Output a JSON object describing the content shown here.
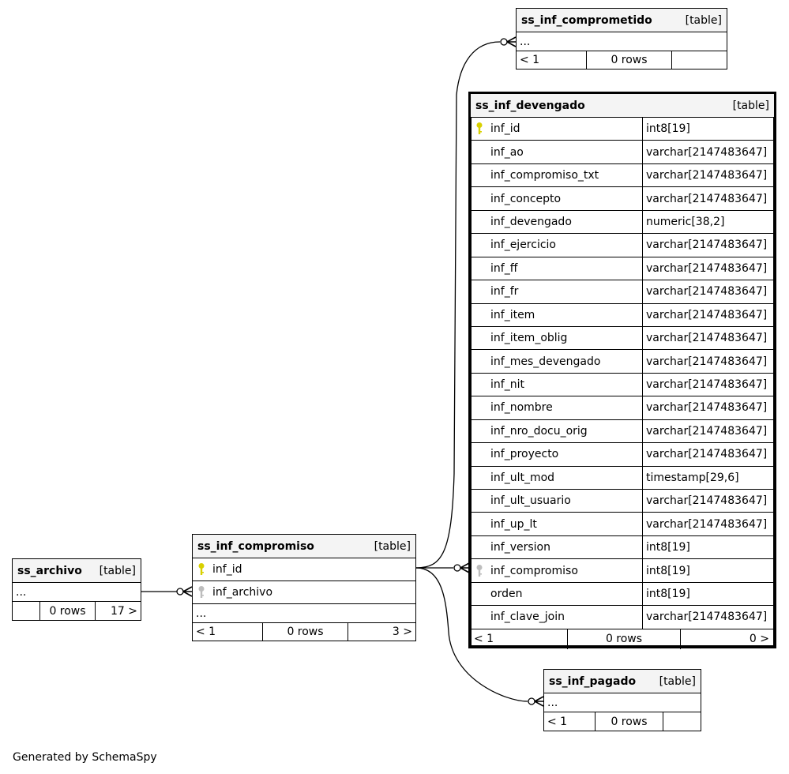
{
  "tables": {
    "comprometido": {
      "name": "ss_inf_comprometido",
      "kind": "[table]",
      "ellipsis": "...",
      "footer": {
        "parents": "< 1",
        "rows": "0 rows",
        "children": ""
      }
    },
    "devengado": {
      "name": "ss_inf_devengado",
      "kind": "[table]",
      "columns": [
        {
          "name": "inf_id",
          "type": "int8[19]",
          "key": "primary"
        },
        {
          "name": "inf_ao",
          "type": "varchar[2147483647]",
          "key": ""
        },
        {
          "name": "inf_compromiso_txt",
          "type": "varchar[2147483647]",
          "key": ""
        },
        {
          "name": "inf_concepto",
          "type": "varchar[2147483647]",
          "key": ""
        },
        {
          "name": "inf_devengado",
          "type": "numeric[38,2]",
          "key": ""
        },
        {
          "name": "inf_ejercicio",
          "type": "varchar[2147483647]",
          "key": ""
        },
        {
          "name": "inf_ff",
          "type": "varchar[2147483647]",
          "key": ""
        },
        {
          "name": "inf_fr",
          "type": "varchar[2147483647]",
          "key": ""
        },
        {
          "name": "inf_item",
          "type": "varchar[2147483647]",
          "key": ""
        },
        {
          "name": "inf_item_oblig",
          "type": "varchar[2147483647]",
          "key": ""
        },
        {
          "name": "inf_mes_devengado",
          "type": "varchar[2147483647]",
          "key": ""
        },
        {
          "name": "inf_nit",
          "type": "varchar[2147483647]",
          "key": ""
        },
        {
          "name": "inf_nombre",
          "type": "varchar[2147483647]",
          "key": ""
        },
        {
          "name": "inf_nro_docu_orig",
          "type": "varchar[2147483647]",
          "key": ""
        },
        {
          "name": "inf_proyecto",
          "type": "varchar[2147483647]",
          "key": ""
        },
        {
          "name": "inf_ult_mod",
          "type": "timestamp[29,6]",
          "key": ""
        },
        {
          "name": "inf_ult_usuario",
          "type": "varchar[2147483647]",
          "key": ""
        },
        {
          "name": "inf_up_lt",
          "type": "varchar[2147483647]",
          "key": ""
        },
        {
          "name": "inf_version",
          "type": "int8[19]",
          "key": ""
        },
        {
          "name": "inf_compromiso",
          "type": "int8[19]",
          "key": "foreign"
        },
        {
          "name": "orden",
          "type": "int8[19]",
          "key": ""
        },
        {
          "name": "inf_clave_join",
          "type": "varchar[2147483647]",
          "key": ""
        }
      ],
      "footer": {
        "parents": "< 1",
        "rows": "0 rows",
        "children": "0 >"
      }
    },
    "compromiso": {
      "name": "ss_inf_compromiso",
      "kind": "[table]",
      "columns": [
        {
          "name": "inf_id",
          "key": "primary"
        },
        {
          "name": "inf_archivo",
          "key": "foreign"
        }
      ],
      "ellipsis": "...",
      "footer": {
        "parents": "< 1",
        "rows": "0 rows",
        "children": "3 >"
      }
    },
    "archivo": {
      "name": "ss_archivo",
      "kind": "[table]",
      "ellipsis": "...",
      "footer": {
        "parents": "",
        "rows": "0 rows",
        "children": "17 >"
      }
    },
    "pagado": {
      "name": "ss_inf_pagado",
      "kind": "[table]",
      "ellipsis": "...",
      "footer": {
        "parents": "< 1",
        "rows": "0 rows",
        "children": ""
      }
    }
  },
  "colors": {
    "primary_key": "#d8d000",
    "foreign_key": "#bdbdbd",
    "header_bg": "#f4f4f4"
  },
  "generated_by": "Generated by SchemaSpy"
}
